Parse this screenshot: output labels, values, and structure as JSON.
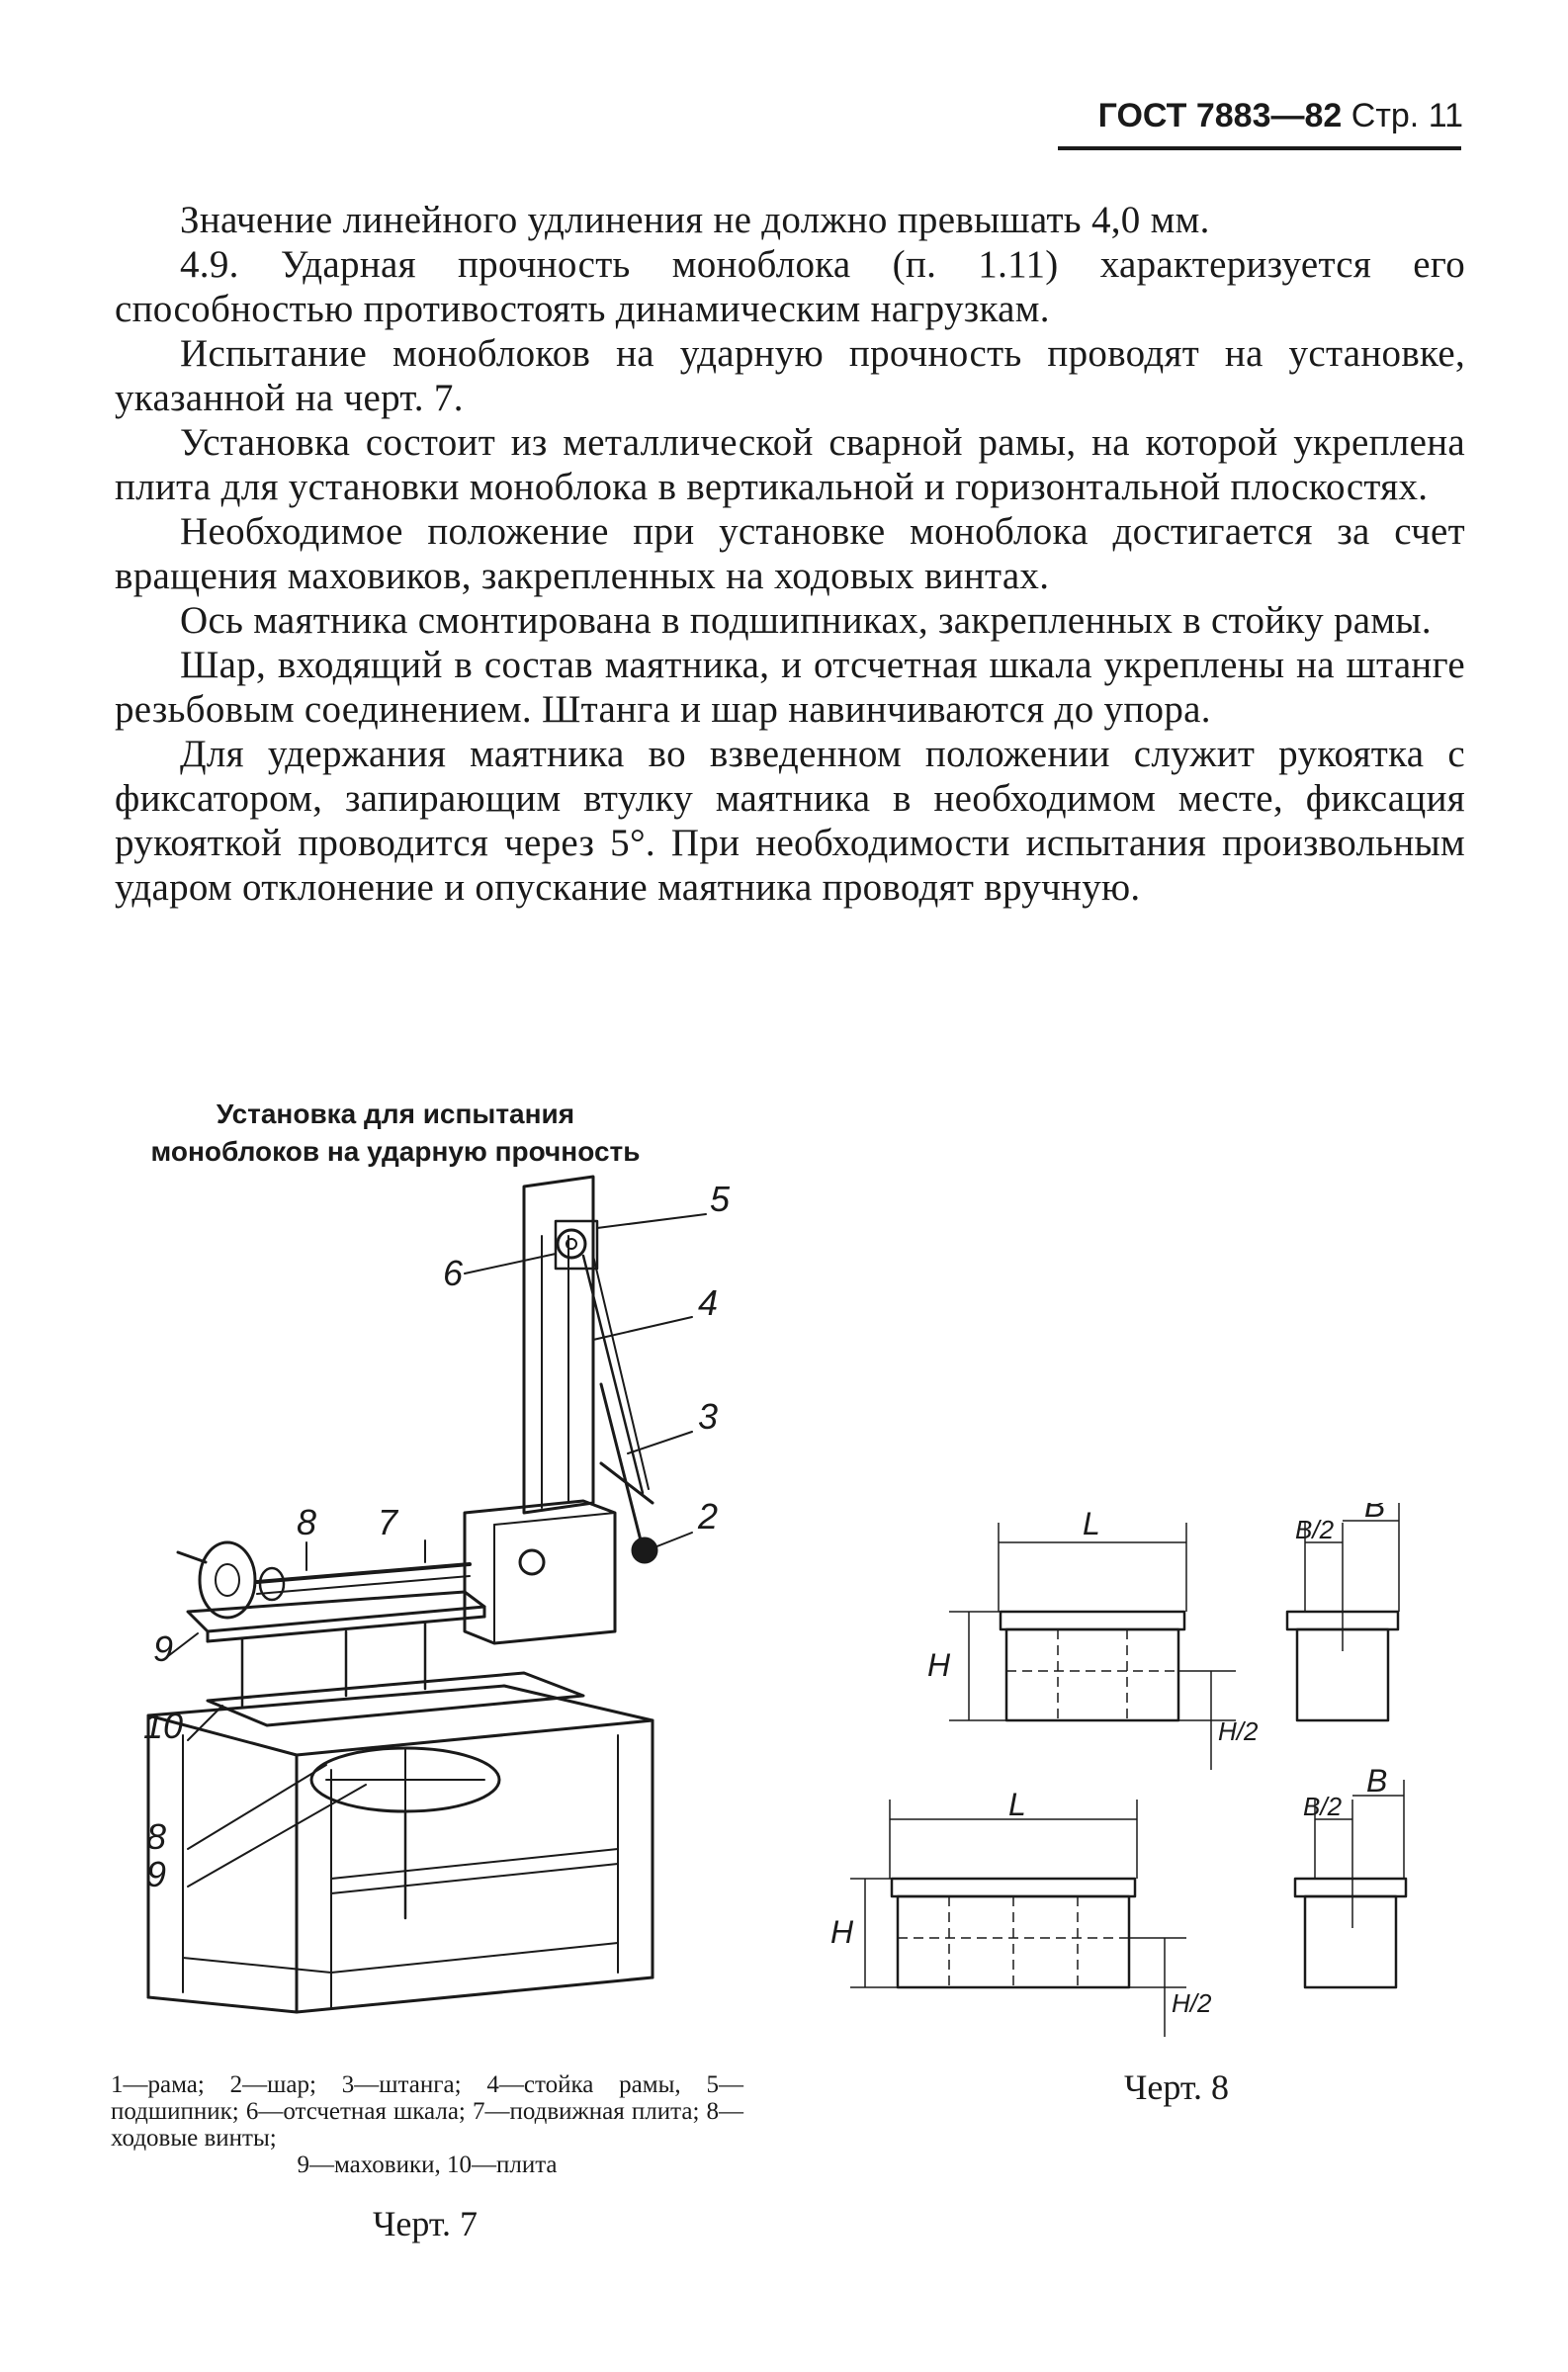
{
  "header": {
    "standard": "ГОСТ 7883—82",
    "page": "Стр. 11"
  },
  "paragraphs": [
    "Значение линейного удлинения не должно превышать 4,0 мм.",
    "4.9. Ударная прочность моноблока (п. 1.11) характеризуется его способностью противостоять динамическим нагрузкам.",
    "Испытание моноблоков на ударную прочность проводят на установке, указанной на черт. 7.",
    "Установка состоит из металлической сварной рамы, на которой укреплена плита для установки моноблока в вертикальной и горизонтальной плоскостях.",
    "Необходимое положение при установке моноблока достигается за счет вращения маховиков, закрепленных на ходовых винтах.",
    "Ось маятника смонтирована в подшипниках, закрепленных в стойку рамы.",
    "Шар, входящий в состав маятника, и отсчетная шкала укреплены на штанге резьбовым соединением. Штанга и шар навинчиваются до упора.",
    "Для удержания маятника во взведенном положении служит рукоятка с фиксатором, запирающим втулку маятника в необходимом месте, фиксация рукояткой проводится через 5°. При необходимости испытания произвольным ударом отклонение и опускание маятника проводят вручную."
  ],
  "figure7": {
    "title_line1": "Установка для испытания",
    "title_line2": "моноблоков на ударную прочность",
    "callouts": [
      "5",
      "6",
      "4",
      "3",
      "2",
      "8",
      "7",
      "9",
      "10",
      "8",
      "9"
    ],
    "caption": "1—рама; 2—шар; 3—штанга; 4—стойка рамы, 5—подшипник; 6—отсчетная шкала; 7—подвижная плита; 8—ходовые винты;",
    "caption_last": "9—маховики, 10—плита",
    "label": "Черт. 7"
  },
  "figure8": {
    "dims": {
      "L": "L",
      "H": "H",
      "H_half": "H/2",
      "B": "B",
      "B_half": "B/2"
    },
    "label": "Черт. 8"
  }
}
